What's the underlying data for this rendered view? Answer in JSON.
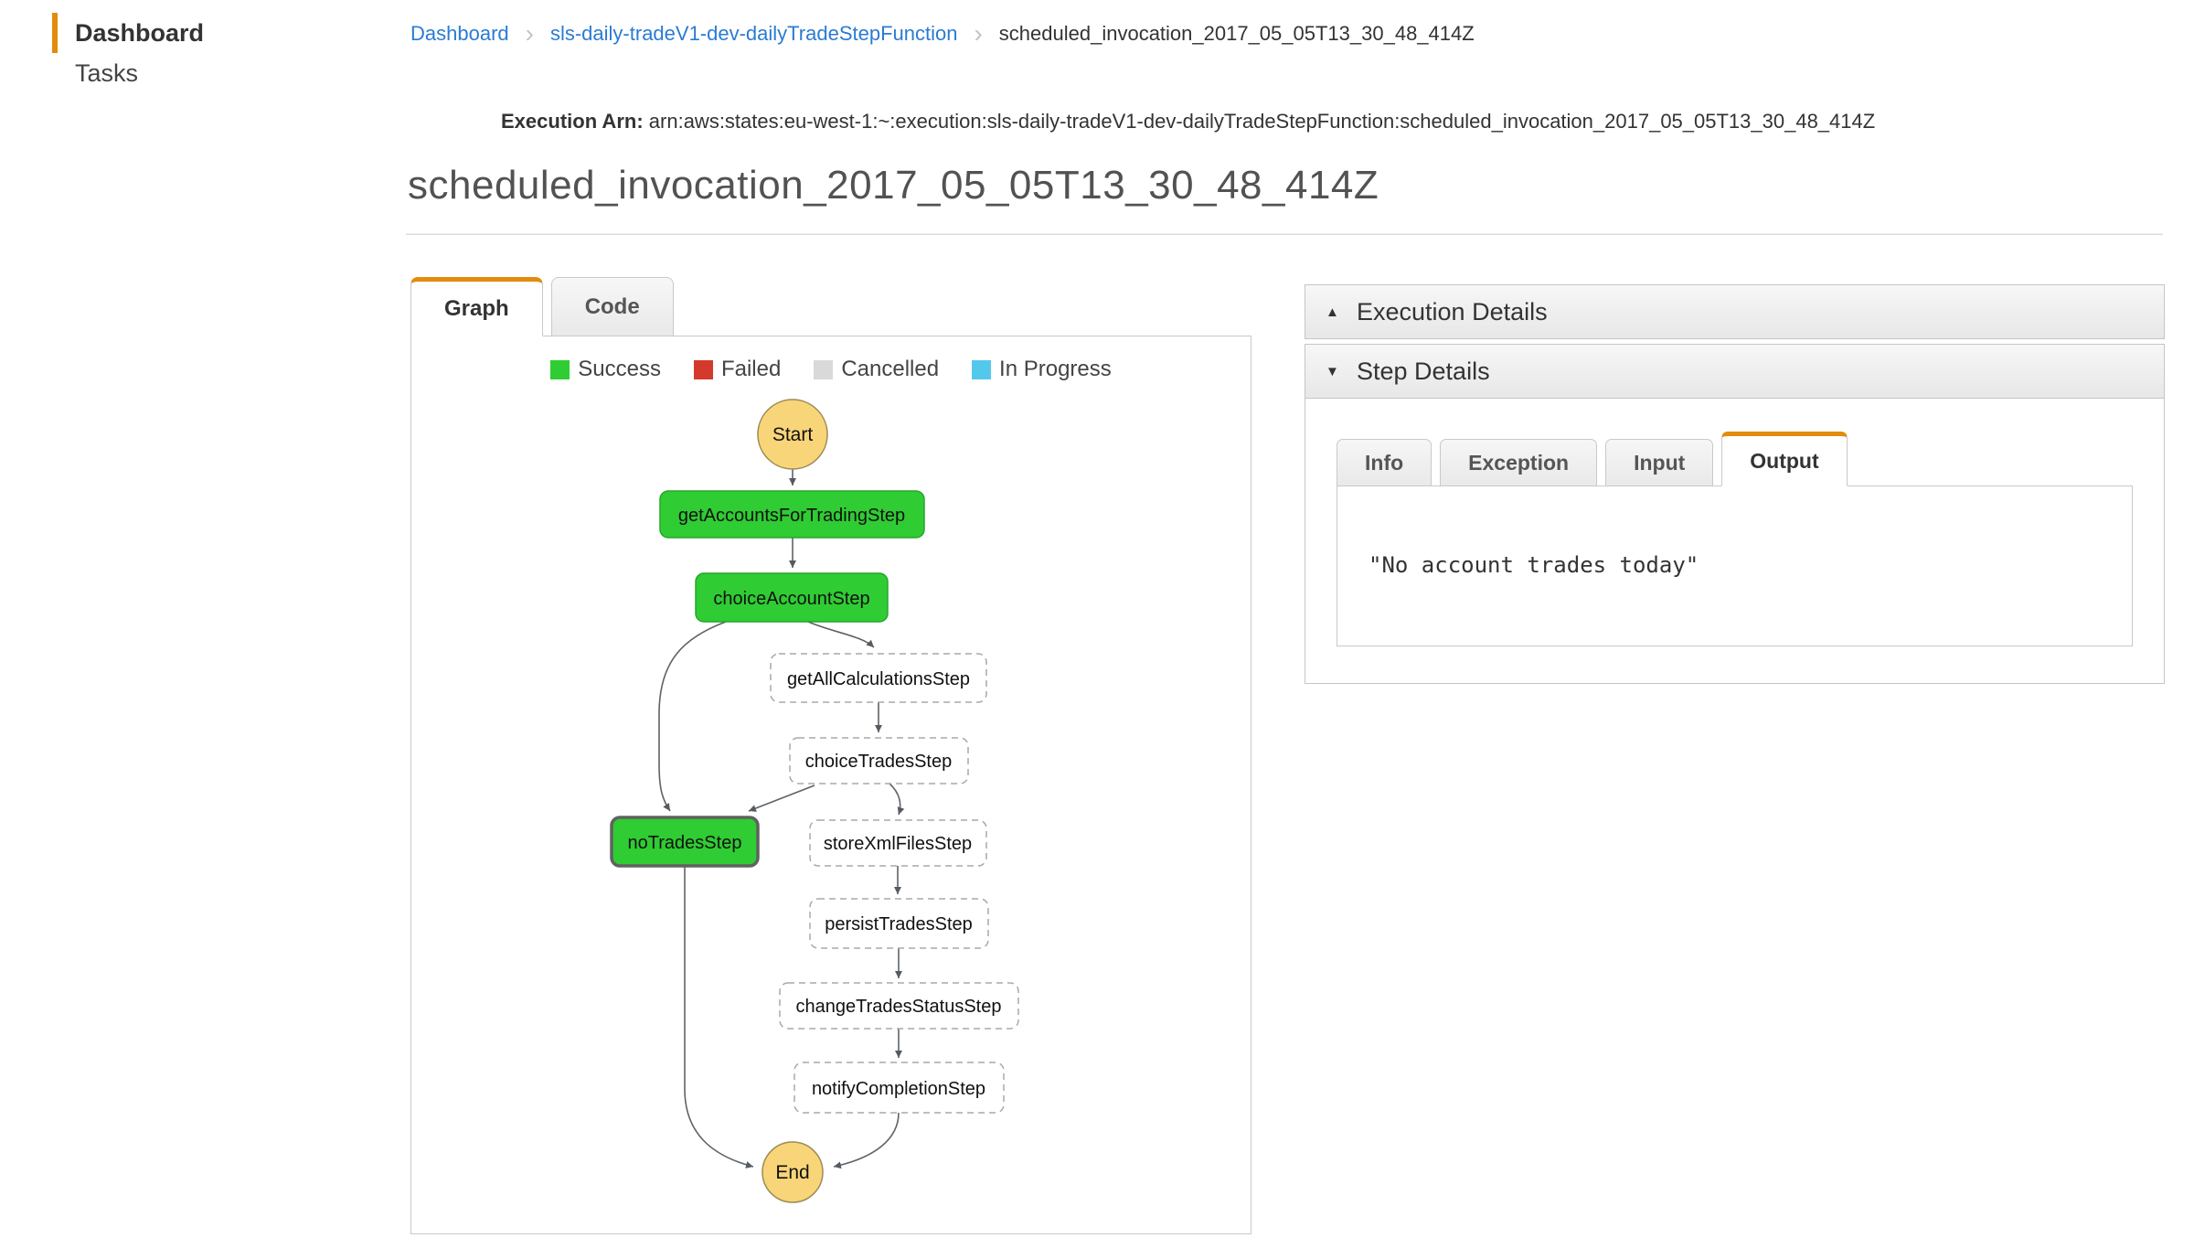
{
  "sidebar": {
    "items": [
      {
        "label": "Dashboard",
        "active": true
      },
      {
        "label": "Tasks",
        "active": false
      }
    ]
  },
  "breadcrumb": {
    "separator": "›",
    "items": [
      {
        "label": "Dashboard",
        "link": true
      },
      {
        "label": "sls-daily-tradeV1-dev-dailyTradeStepFunction",
        "link": true
      },
      {
        "label": "scheduled_invocation_2017_05_05T13_30_48_414Z",
        "link": false
      }
    ]
  },
  "execution": {
    "arn_label": "Execution Arn:",
    "arn_value": "arn:aws:states:eu-west-1:~:execution:sls-daily-tradeV1-dev-dailyTradeStepFunction:scheduled_invocation_2017_05_05T13_30_48_414Z",
    "title": "scheduled_invocation_2017_05_05T13_30_48_414Z"
  },
  "main_tabs": [
    {
      "label": "Graph",
      "active": true
    },
    {
      "label": "Code",
      "active": false
    }
  ],
  "legend": {
    "items": [
      {
        "label": "Success",
        "color": "#2fcc33"
      },
      {
        "label": "Failed",
        "color": "#d33a2c"
      },
      {
        "label": "Cancelled",
        "color": "#d9d9d9"
      },
      {
        "label": "In Progress",
        "color": "#54c8ec"
      }
    ]
  },
  "graph": {
    "nodes": [
      {
        "id": "start",
        "label": "Start",
        "type": "start"
      },
      {
        "id": "getAccountsForTradingStep",
        "label": "getAccountsForTradingStep",
        "status": "success"
      },
      {
        "id": "choiceAccountStep",
        "label": "choiceAccountStep",
        "status": "success"
      },
      {
        "id": "getAllCalculationsStep",
        "label": "getAllCalculationsStep",
        "status": "not-executed"
      },
      {
        "id": "choiceTradesStep",
        "label": "choiceTradesStep",
        "status": "not-executed"
      },
      {
        "id": "noTradesStep",
        "label": "noTradesStep",
        "status": "success",
        "selected": true
      },
      {
        "id": "storeXmlFilesStep",
        "label": "storeXmlFilesStep",
        "status": "not-executed"
      },
      {
        "id": "persistTradesStep",
        "label": "persistTradesStep",
        "status": "not-executed"
      },
      {
        "id": "changeTradesStatusStep",
        "label": "changeTradesStatusStep",
        "status": "not-executed"
      },
      {
        "id": "notifyCompletionStep",
        "label": "notifyCompletionStep",
        "status": "not-executed"
      },
      {
        "id": "end",
        "label": "End",
        "type": "end"
      }
    ],
    "edges": [
      [
        "start",
        "getAccountsForTradingStep"
      ],
      [
        "getAccountsForTradingStep",
        "choiceAccountStep"
      ],
      [
        "choiceAccountStep",
        "getAllCalculationsStep"
      ],
      [
        "choiceAccountStep",
        "noTradesStep"
      ],
      [
        "getAllCalculationsStep",
        "choiceTradesStep"
      ],
      [
        "choiceTradesStep",
        "noTradesStep"
      ],
      [
        "choiceTradesStep",
        "storeXmlFilesStep"
      ],
      [
        "storeXmlFilesStep",
        "persistTradesStep"
      ],
      [
        "persistTradesStep",
        "changeTradesStatusStep"
      ],
      [
        "changeTradesStatusStep",
        "notifyCompletionStep"
      ],
      [
        "notifyCompletionStep",
        "end"
      ],
      [
        "noTradesStep",
        "end"
      ]
    ]
  },
  "details": {
    "execution_details": {
      "title": "Execution Details",
      "icon": "▲",
      "expanded": false
    },
    "step_details": {
      "title": "Step Details",
      "icon": "▼",
      "expanded": true
    },
    "tabs": [
      {
        "label": "Info",
        "active": false
      },
      {
        "label": "Exception",
        "active": false
      },
      {
        "label": "Input",
        "active": false
      },
      {
        "label": "Output",
        "active": true
      }
    ],
    "output_text": "\"No account trades today\""
  },
  "colors": {
    "accent_orange": "#e38b0b",
    "link_blue": "#2b7bd3",
    "success_fill": "#2fcc33",
    "success_border": "#27a62a",
    "failed": "#d33a2c",
    "cancelled": "#d9d9d9",
    "in_progress": "#54c8ec",
    "terminal_fill": "#f9d579",
    "selected_border": "#616161"
  }
}
